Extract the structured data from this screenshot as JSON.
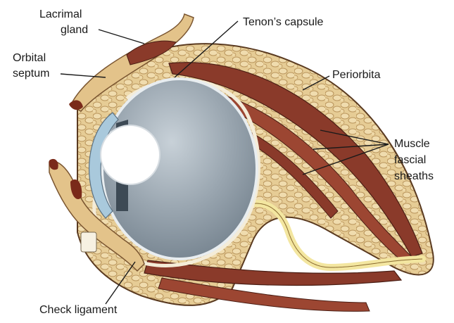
{
  "labels": {
    "lacrimal_line1": "Lacrimal",
    "lacrimal_line2": "gland",
    "tenon": "Tenon’s capsule",
    "orbital_line1": "Orbital",
    "orbital_line2": "septum",
    "periorbita": "Periorbita",
    "muscle_line1": "Muscle",
    "muscle_line2": "fascial",
    "muscle_line3": "sheaths",
    "check": "Check ligament"
  },
  "colors": {
    "fat": "#e8cf9a",
    "fat_dark": "#c9a56a",
    "muscle": "#8a3a2a",
    "globe": "#9eaab3",
    "lens": "#ffffff",
    "nerve": "#f3e6a0",
    "cornea": "#a9c9dc"
  }
}
